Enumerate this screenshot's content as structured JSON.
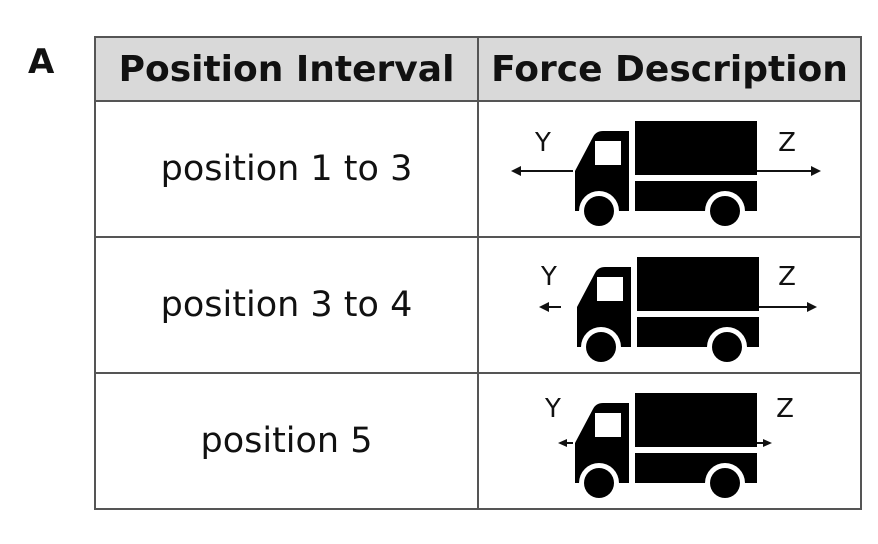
{
  "panel_label": "A",
  "table": {
    "headers": [
      "Position Interval",
      "Force Description"
    ],
    "rows": [
      {
        "interval": "position 1 to 3",
        "left_force": "Y",
        "right_force": "Z"
      },
      {
        "interval": "position 3 to 4",
        "left_force": "Y",
        "right_force": "Z"
      },
      {
        "interval": "position 5",
        "left_force": "Y",
        "right_force": "Z"
      }
    ]
  }
}
